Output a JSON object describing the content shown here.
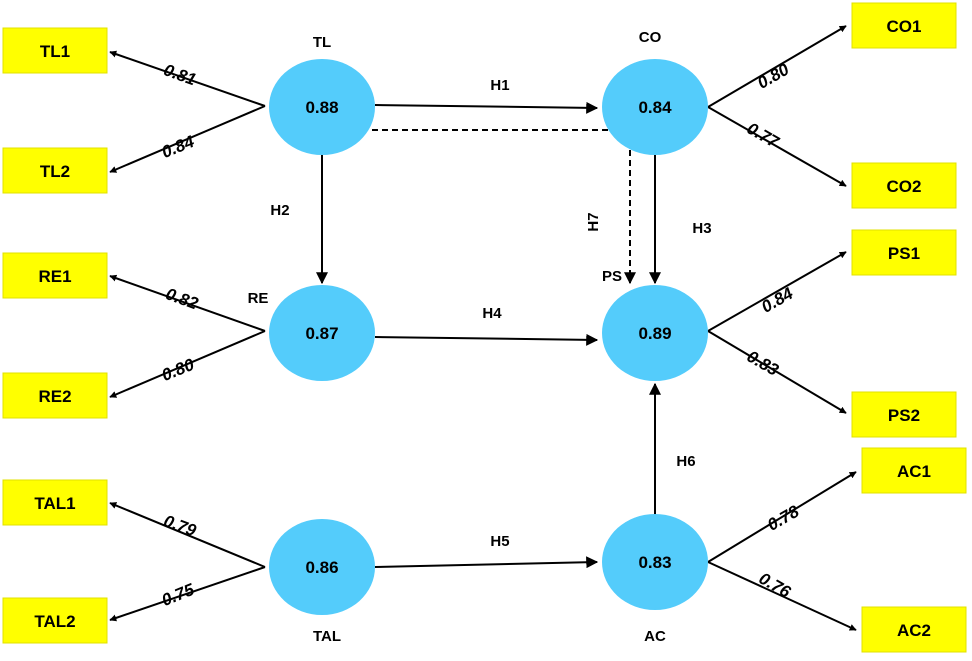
{
  "diagram": {
    "indicators": {
      "TL1": "TL1",
      "TL2": "TL2",
      "RE1": "RE1",
      "RE2": "RE2",
      "TAL1": "TAL1",
      "TAL2": "TAL2",
      "CO1": "CO1",
      "CO2": "CO2",
      "PS1": "PS1",
      "PS2": "PS2",
      "AC1": "AC1",
      "AC2": "AC2"
    },
    "constructs": {
      "TL": {
        "name": "TL",
        "value": "0.88"
      },
      "RE": {
        "name": "RE",
        "value": "0.87"
      },
      "TAL": {
        "name": "TAL",
        "value": "0.86"
      },
      "CO": {
        "name": "CO",
        "value": "0.84"
      },
      "PS": {
        "name": "PS",
        "value": "0.89"
      },
      "AC": {
        "name": "AC",
        "value": "0.83"
      }
    },
    "loadings": {
      "TL1": "0.81",
      "TL2": "0.84",
      "RE1": "0.82",
      "RE2": "0.80",
      "TAL1": "0.79",
      "TAL2": "0.75",
      "CO1": "0.80",
      "CO2": "0.77",
      "PS1": "0.84",
      "PS2": "0.83",
      "AC1": "0.78",
      "AC2": "0.76"
    },
    "hypotheses": {
      "H1": "H1",
      "H2": "H2",
      "H3": "H3",
      "H4": "H4",
      "H5": "H5",
      "H6": "H6",
      "H7": "H7"
    },
    "colors": {
      "node_fill": "#54ccfb",
      "indicator_fill": "#ffff00",
      "line": "#000000"
    }
  }
}
